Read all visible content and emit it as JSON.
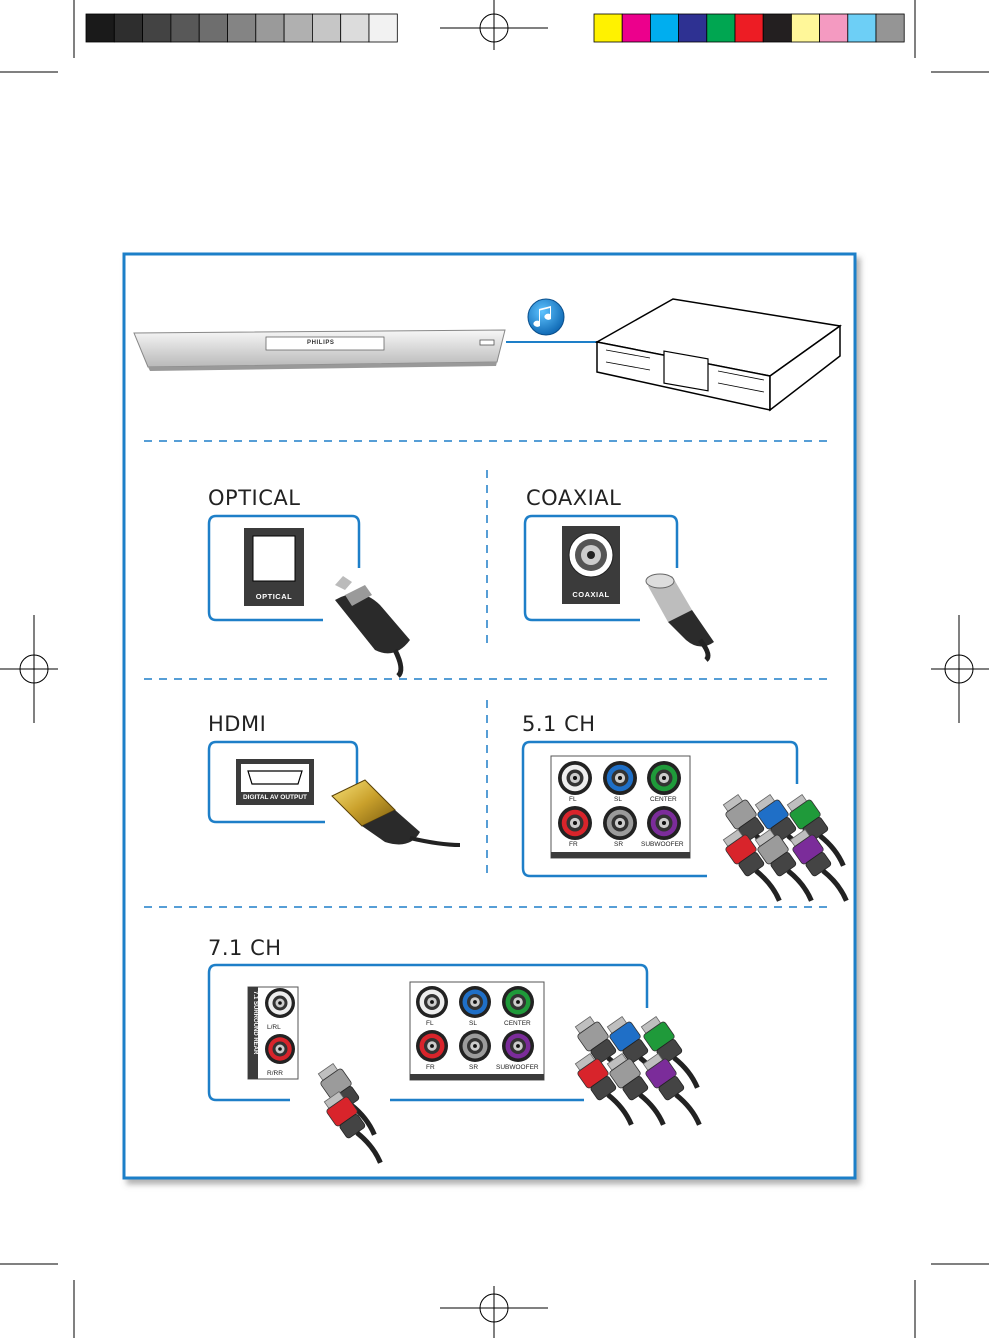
{
  "sections": {
    "optical": "OPTICAL",
    "coaxial": "COAXIAL",
    "hdmi": "HDMI",
    "ch51": "5.1 CH",
    "ch71": "7.1 CH"
  },
  "player": {
    "brand": "PHILIPS"
  },
  "ports": {
    "optical_label": "OPTICAL",
    "coaxial_label": "COAXIAL",
    "hdmi_label": "DIGITAL AV OUTPUT"
  },
  "jacks_51": {
    "fl": "FL",
    "sl": "SL",
    "center": "CENTER",
    "fr": "FR",
    "sr": "SR",
    "subwoofer": "SUBWOOFER"
  },
  "jacks_71": {
    "fl": "FL",
    "sl": "SL",
    "center": "CENTER",
    "fr": "FR",
    "sr": "SR",
    "subwoofer": "SUBWOOFER",
    "side_title": "7.1 SURROUND REAR",
    "lrl": "L/RL",
    "rrr": "R/RR"
  },
  "icons": {
    "audio": "music-note-icon"
  },
  "colors": {
    "frame": "#1e7fc8",
    "dash": "#1e7fc8",
    "grayscale_bar": [
      "#1a1a1a",
      "#2e2e2e",
      "#434343",
      "#585858",
      "#6e6e6e",
      "#848484",
      "#9a9a9a",
      "#b0b0b0",
      "#c6c6c6",
      "#dcdcdc",
      "#f2f2f2"
    ],
    "color_bar": [
      "#fff200",
      "#ec008c",
      "#00aeef",
      "#2e3192",
      "#00a651",
      "#ed1c24",
      "#231f20",
      "#fff799",
      "#f49ac1",
      "#6dcff6",
      "#959595"
    ]
  }
}
